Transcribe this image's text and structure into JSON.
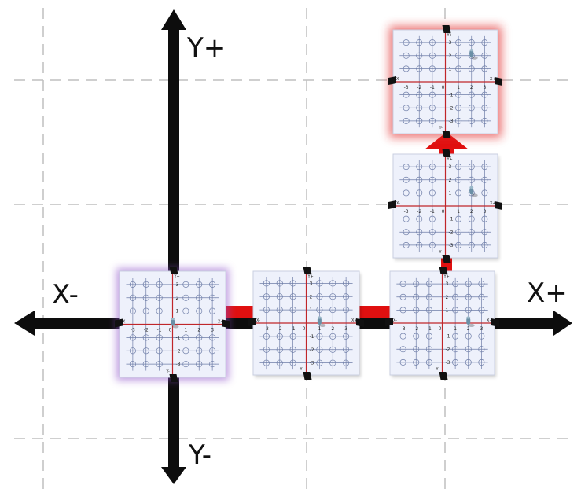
{
  "axis_labels": {
    "y_positive": "Y+",
    "y_negative": "Y-",
    "x_negative": "X-",
    "x_positive": "X+"
  },
  "panel_tick_labels": {
    "x": [
      "-3",
      "-2",
      "-1",
      "0",
      "1",
      "2",
      "3"
    ],
    "y": [
      "3",
      "2",
      "1",
      "-1",
      "-2",
      "-3"
    ],
    "end_x_neg": "X-",
    "end_x_pos": "X+",
    "end_y_pos": "Y+",
    "end_y_neg": "Y-"
  },
  "panels": [
    {
      "id": "panel-origin",
      "highlight": "purple",
      "marker": [
        0,
        0
      ]
    },
    {
      "id": "panel-step-right-1",
      "highlight": "none",
      "marker": [
        1,
        0
      ]
    },
    {
      "id": "panel-step-right-2",
      "highlight": "none",
      "marker": [
        2,
        0
      ]
    },
    {
      "id": "panel-step-up-1",
      "highlight": "none",
      "marker": [
        2,
        1
      ]
    },
    {
      "id": "panel-step-up-2",
      "highlight": "red",
      "marker": [
        2,
        2
      ]
    }
  ],
  "colors": {
    "axis": "#0d0d0d",
    "dashed_grid": "#bfbfbf",
    "panel_fill": "#eef1fb",
    "panel_grid": "#6f7ea8",
    "panel_axis": "#c0262a",
    "connector": "#e01010",
    "highlight_purple": "#8b4ec9",
    "highlight_red": "#e12a2a",
    "marker": "#6a8fa6"
  }
}
